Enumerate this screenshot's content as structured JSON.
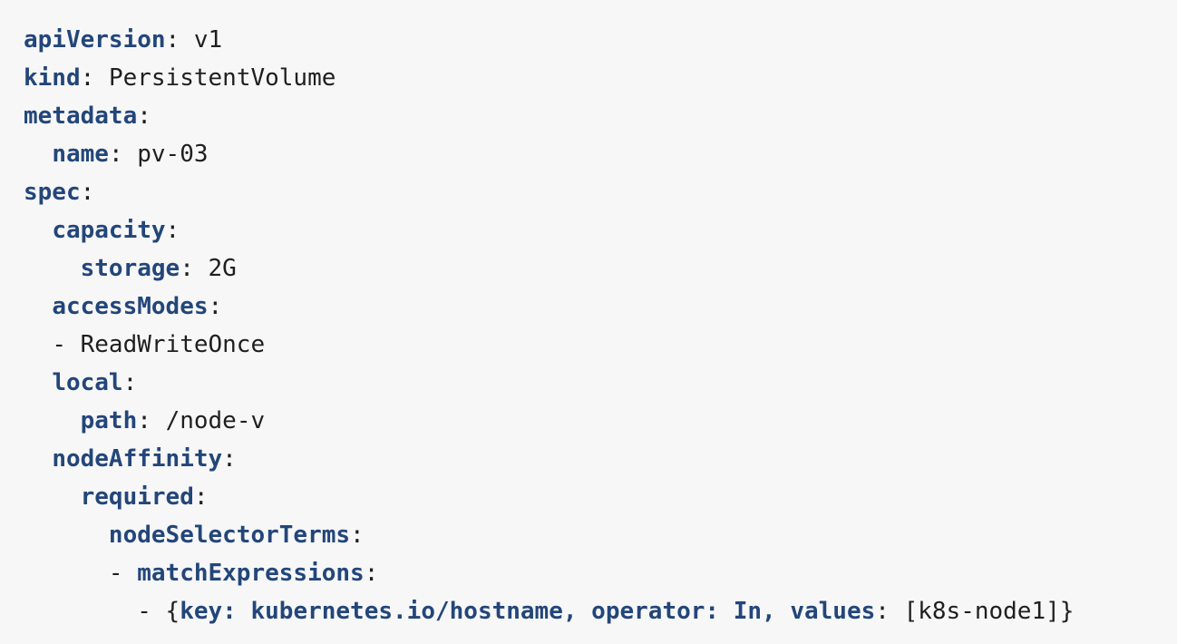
{
  "yaml": {
    "apiVersion": {
      "key": "apiVersion",
      "value": "v1"
    },
    "kind": {
      "key": "kind",
      "value": "PersistentVolume"
    },
    "metadata": {
      "key": "metadata",
      "name": {
        "key": "name",
        "value": "pv-03"
      }
    },
    "spec": {
      "key": "spec",
      "capacity": {
        "key": "capacity",
        "storage": {
          "key": "storage",
          "value": "2G"
        }
      },
      "accessModes": {
        "key": "accessModes",
        "items": [
          "ReadWriteOnce"
        ]
      },
      "local": {
        "key": "local",
        "path": {
          "key": "path",
          "value": "/node-v"
        }
      },
      "nodeAffinity": {
        "key": "nodeAffinity",
        "required": {
          "key": "required",
          "nodeSelectorTerms": {
            "key": "nodeSelectorTerms",
            "matchExpressions": {
              "key": "matchExpressions",
              "expression": {
                "key_label": "key",
                "key_value": "kubernetes.io/hostname",
                "operator_label": "operator",
                "operator_value": "In",
                "values_label": "values",
                "values_value": "k8s-node1"
              }
            }
          }
        }
      }
    }
  }
}
